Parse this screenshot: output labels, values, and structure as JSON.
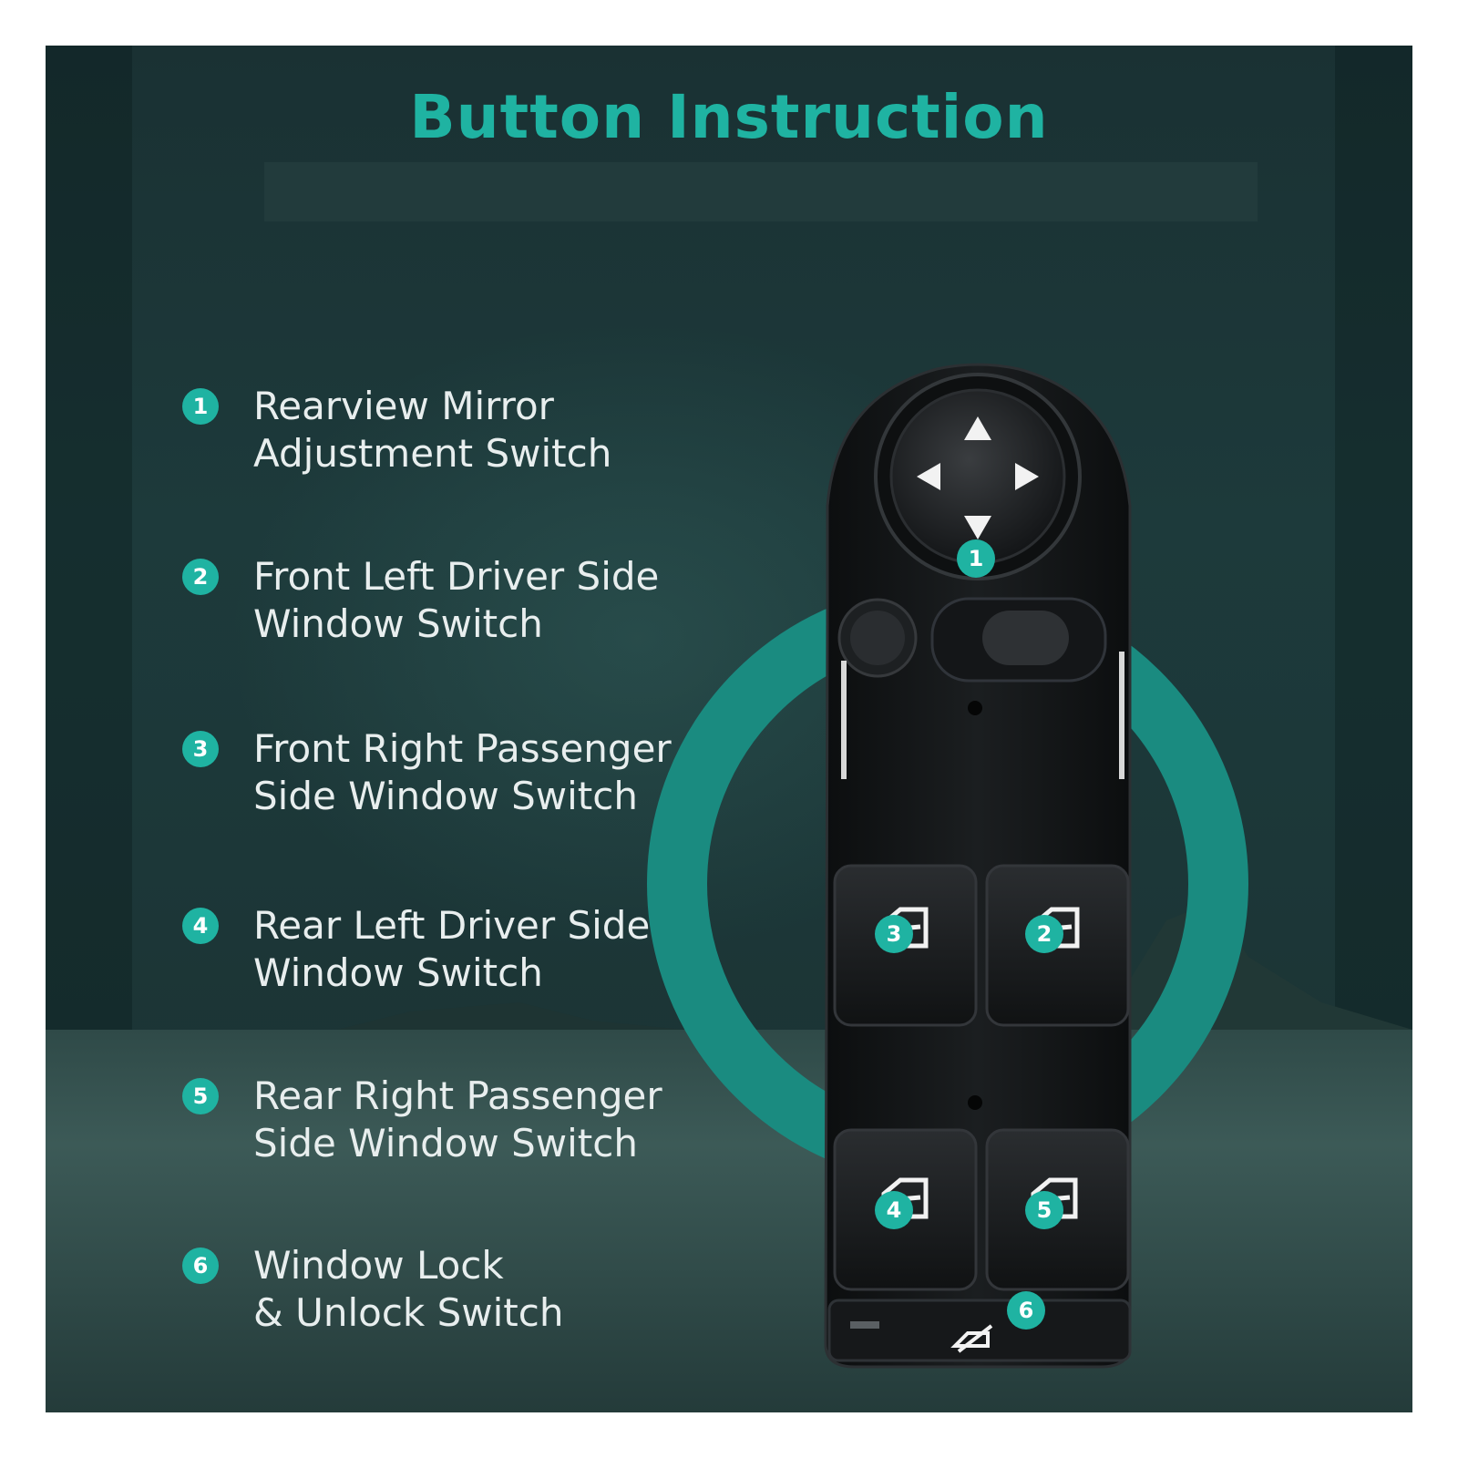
{
  "title": "Button Instruction",
  "colors": {
    "accent": "#1fb3a2",
    "ring": "#1a8b80",
    "panel": "#1c3536",
    "text": "#e8eeee"
  },
  "items": [
    {
      "num": "1",
      "line1": "Rearview Mirror",
      "line2": "Adjustment Switch"
    },
    {
      "num": "2",
      "line1": "Front Left Driver Side",
      "line2": "Window Switch"
    },
    {
      "num": "3",
      "line1": "Front Right Passenger",
      "line2": "Side Window Switch"
    },
    {
      "num": "4",
      "line1": "Rear Left Driver Side",
      "line2": "Window Switch"
    },
    {
      "num": "5",
      "line1": "Rear Right Passenger",
      "line2": "Side Window Switch"
    },
    {
      "num": "6",
      "line1": "Window Lock",
      "line2": "& Unlock Switch"
    }
  ],
  "device_badges": [
    "1",
    "3",
    "2",
    "4",
    "5",
    "6"
  ],
  "icons": [
    "mirror-arrow-up-icon",
    "mirror-arrow-left-icon",
    "mirror-arrow-right-icon",
    "mirror-arrow-down-icon",
    "window-icon",
    "window-lock-icon"
  ]
}
